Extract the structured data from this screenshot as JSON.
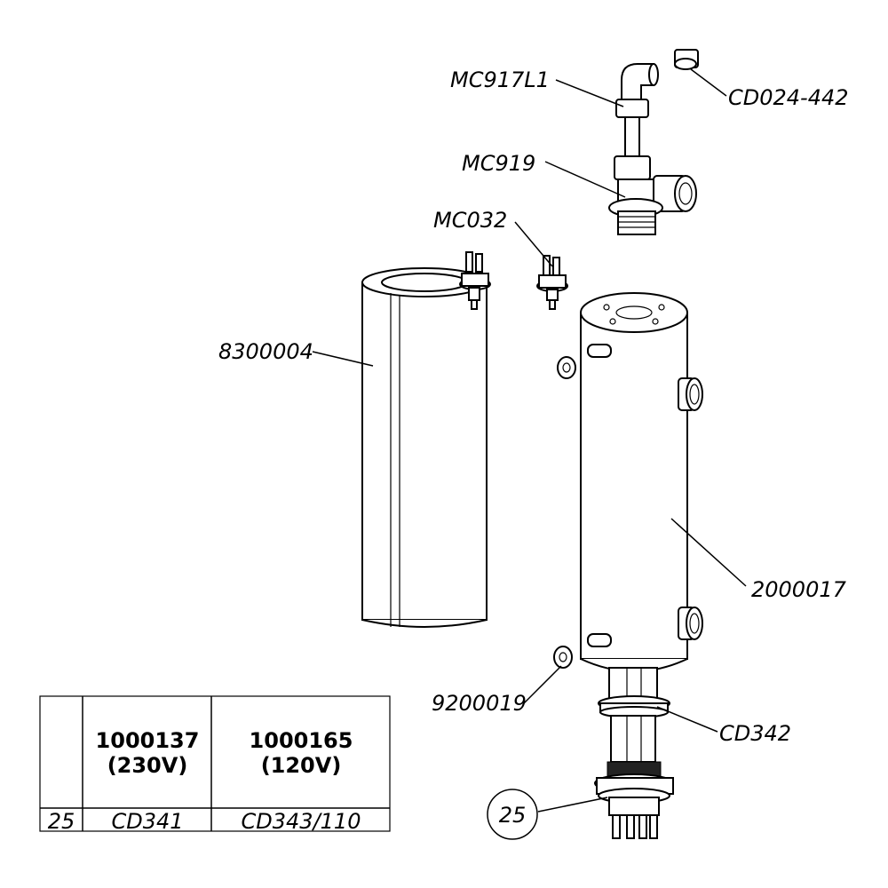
{
  "labels": {
    "mc917l1": "MC917L1",
    "cd024_442": "CD024-442",
    "mc919": "MC919",
    "mc032": "MC032",
    "p8300004": "8300004",
    "p2000017": "2000017",
    "p9200019": "9200019",
    "cd342": "CD342",
    "callout_25": "25"
  },
  "table": {
    "columns": [
      {
        "model": "1000137",
        "voltage": "(230V)"
      },
      {
        "model": "1000165",
        "voltage": "(120V)"
      }
    ],
    "row": {
      "ref": "25",
      "values": [
        "CD341",
        "CD343/110"
      ]
    }
  }
}
